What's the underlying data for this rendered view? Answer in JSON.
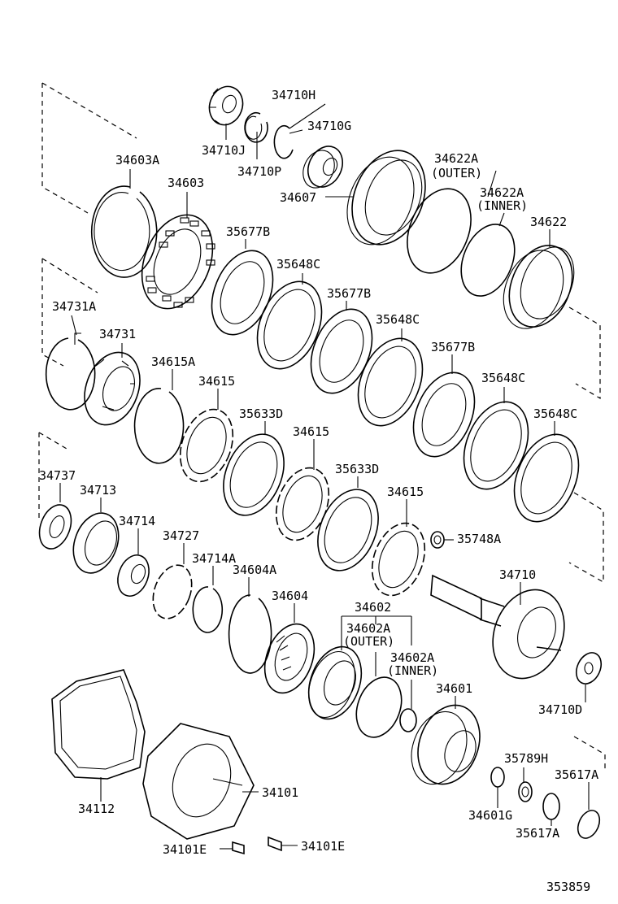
{
  "labels": {
    "p34710H": "34710H",
    "p34710G": "34710G",
    "p34710J": "34710J",
    "p34710P": "34710P",
    "p34603A": "34603A",
    "p34603": "34603",
    "p34607": "34607",
    "p34622A_outer": "34622A",
    "p34622A_outer_note": "(OUTER)",
    "p34622A_inner": "34622A",
    "p34622A_inner_note": "(INNER)",
    "p34622": "34622",
    "p35677B_1": "35677B",
    "p35648C_1": "35648C",
    "p35677B_2": "35677B",
    "p35648C_2": "35648C",
    "p35677B_3": "35677B",
    "p35648C_3": "35648C",
    "p35648C_4": "35648C",
    "p34731A": "34731A",
    "p34731": "34731",
    "p34615A": "34615A",
    "p34615_1": "34615",
    "p35633D_1": "35633D",
    "p34615_2": "34615",
    "p35633D_2": "35633D",
    "p34615_3": "34615",
    "p34737": "34737",
    "p34713": "34713",
    "p34714": "34714",
    "p34727": "34727",
    "p34714A": "34714A",
    "p34604A": "34604A",
    "p34604": "34604",
    "p34602": "34602",
    "p34602A_outer": "34602A",
    "p34602A_outer_note": "(OUTER)",
    "p34602A_inner": "34602A",
    "p34602A_inner_note": "(INNER)",
    "p35748A": "35748A",
    "p34710": "34710",
    "p34601": "34601",
    "p34710D": "34710D",
    "p35789H": "35789H",
    "p35617A_1": "35617A",
    "p35617A_2": "35617A",
    "p34601G": "34601G",
    "p34112": "34112",
    "p34101": "34101",
    "p34101E_1": "34101E",
    "p34101E_2": "34101E",
    "diagram_number": "353859"
  }
}
